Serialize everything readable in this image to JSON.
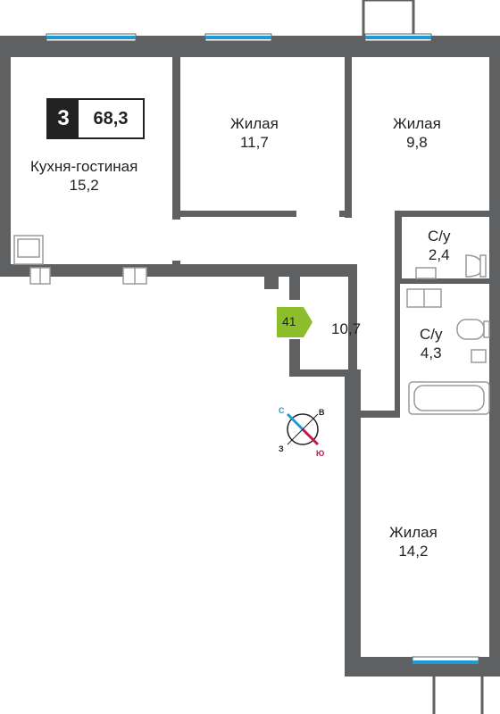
{
  "apartment": {
    "rooms": "3",
    "total_area": "68,3"
  },
  "rooms": {
    "kitchen": {
      "name": "Кухня-гостиная",
      "area": "15,2"
    },
    "living_1": {
      "name": "Жилая",
      "area": "11,7"
    },
    "living_2": {
      "name": "Жилая",
      "area": "9,8"
    },
    "bath_1": {
      "name": "С/у",
      "area": "2,4"
    },
    "hall": {
      "area": "10,7"
    },
    "bath_2": {
      "name": "С/у",
      "area": "4,3"
    },
    "living_3": {
      "name": "Жилая",
      "area": "14,2"
    }
  },
  "entrance_tag": "41",
  "compass": {
    "north": "С",
    "east": "В",
    "west": "З",
    "south": "Ю"
  },
  "colors": {
    "wall": "#5f6062",
    "window": "#1e9bd7",
    "entrance": "#8cbd2a",
    "compass_north": "#1e9bd7",
    "compass_south": "#c8154e"
  }
}
